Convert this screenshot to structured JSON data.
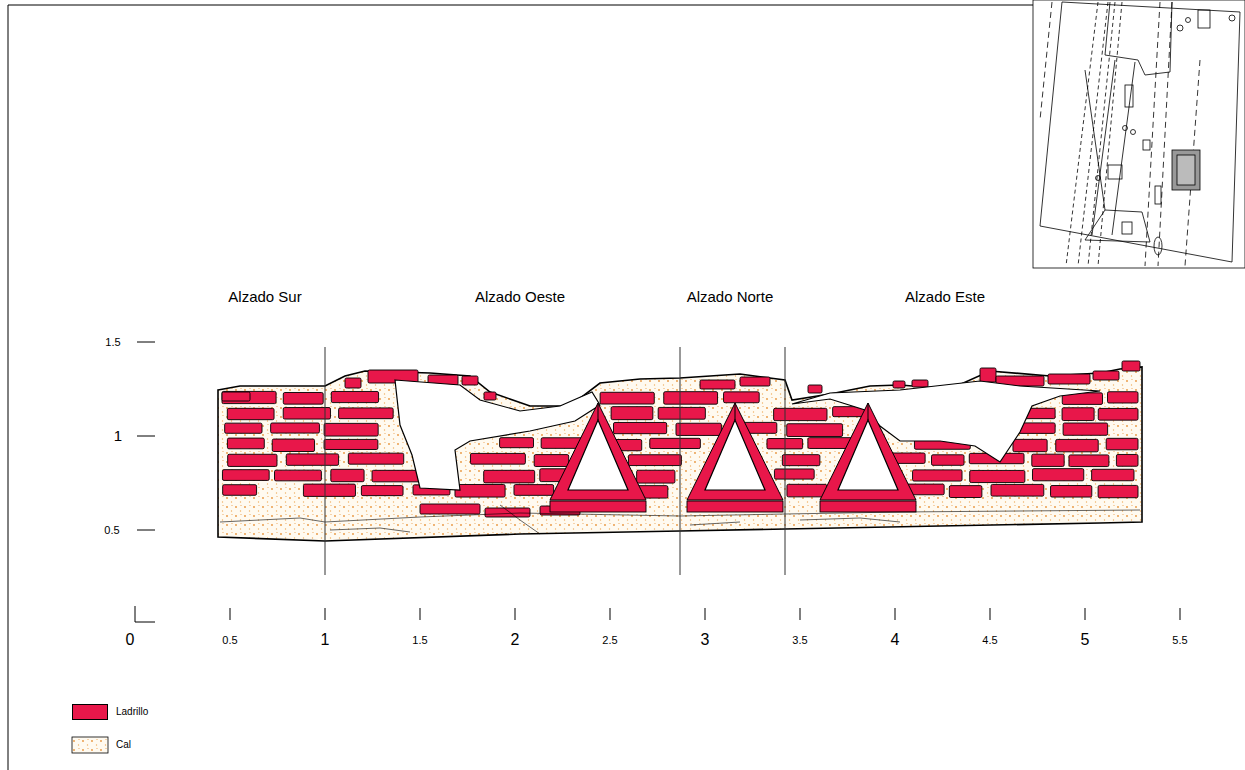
{
  "diagram": {
    "labels": [
      "Alzado Sur",
      "Alzado Oeste",
      "Alzado Norte",
      "Alzado Este",
      "1.5",
      "1",
      "0.5",
      "0",
      "0.5",
      "1",
      "1.5",
      "2",
      "2.5",
      "3",
      "3.5",
      "4",
      "4.5",
      "5",
      "5.5"
    ],
    "legend": [
      {
        "text": "Ladrillo",
        "color": "#e8174a"
      },
      {
        "text": "Cal"
      }
    ]
  }
}
